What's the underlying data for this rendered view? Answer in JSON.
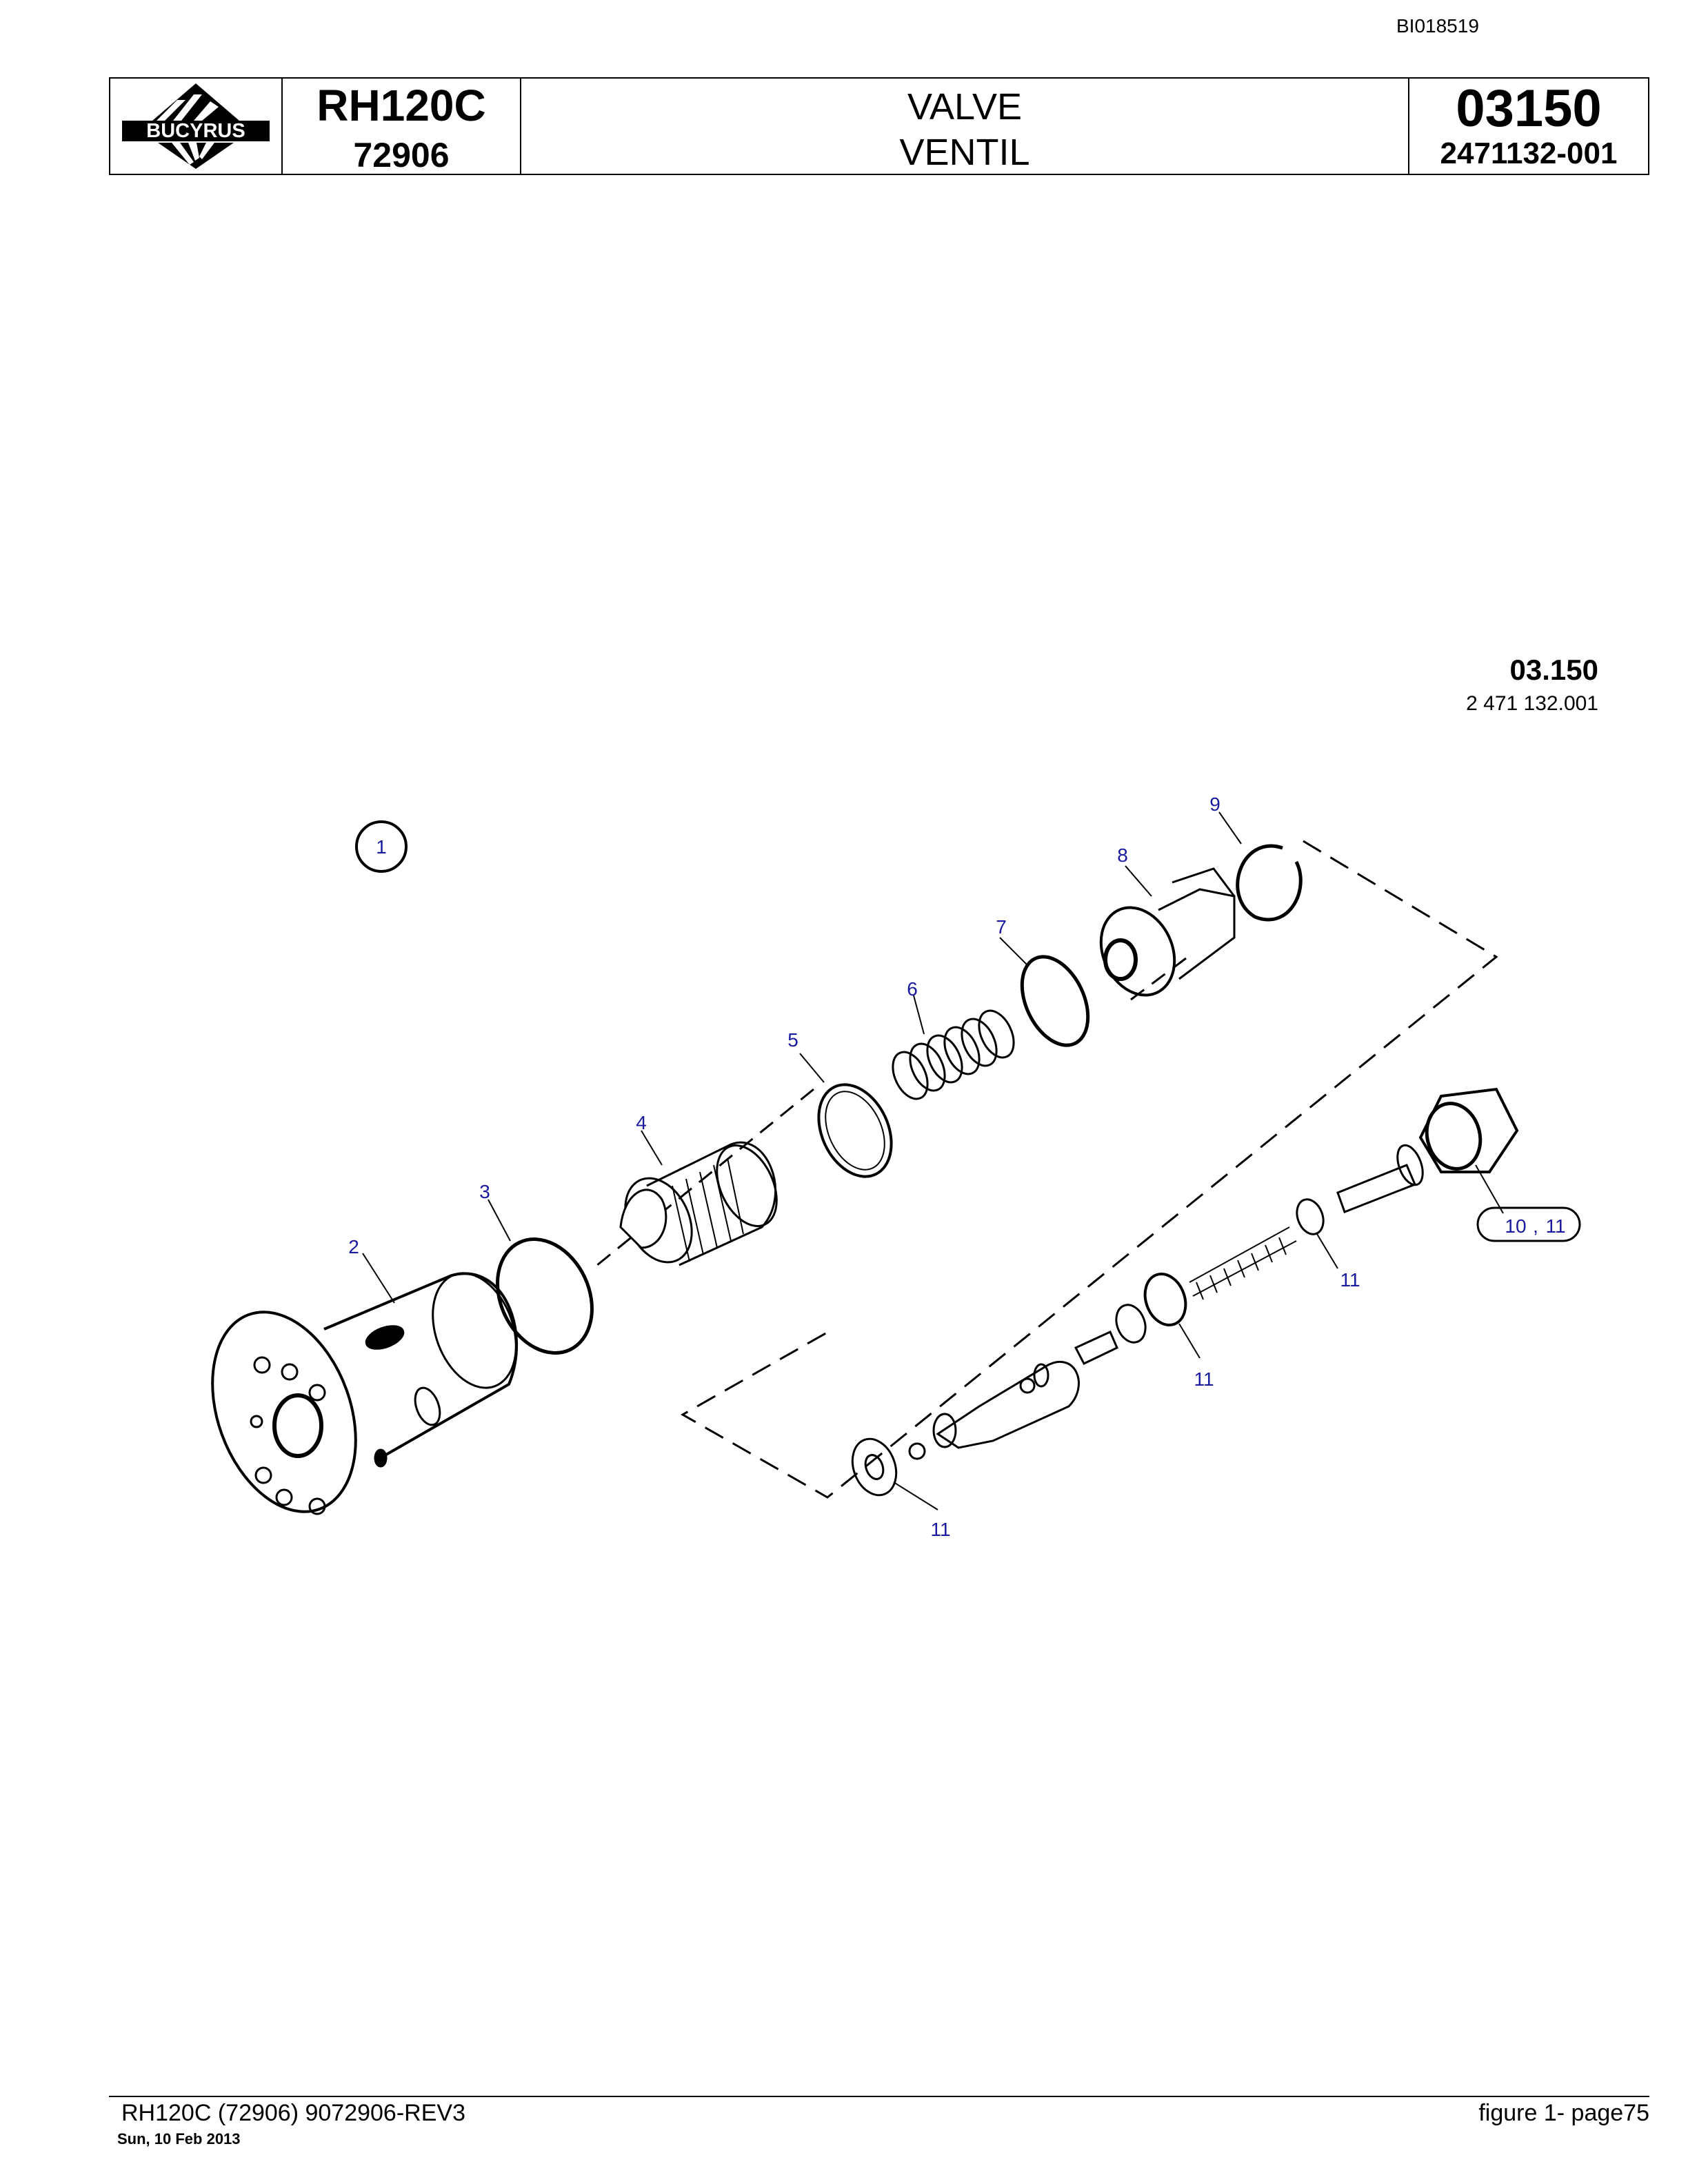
{
  "document_id": "BI018519",
  "header": {
    "logo_text": "BUCYRUS",
    "model": "RH120C",
    "serial": "72906",
    "title_en": "VALVE",
    "title_de": "VENTIL",
    "section_code": "03150",
    "part_number": "2471132-001"
  },
  "figure": {
    "code": "03.150",
    "part_number": "2 471 132.001",
    "callouts": [
      {
        "label": "1"
      },
      {
        "label": "2"
      },
      {
        "label": "3"
      },
      {
        "label": "4"
      },
      {
        "label": "5"
      },
      {
        "label": "6"
      },
      {
        "label": "7"
      },
      {
        "label": "8"
      },
      {
        "label": "9"
      },
      {
        "label": "10"
      },
      {
        "label": ","
      },
      {
        "label": "11"
      },
      {
        "label": "11"
      },
      {
        "label": "11"
      },
      {
        "label": "11"
      }
    ],
    "callout_color": "#1a1aa0"
  },
  "footer": {
    "left": "RH120C (72906) 9072906-REV3",
    "date": "Sun, 10 Feb 2013",
    "right": "figure  1- page75"
  }
}
